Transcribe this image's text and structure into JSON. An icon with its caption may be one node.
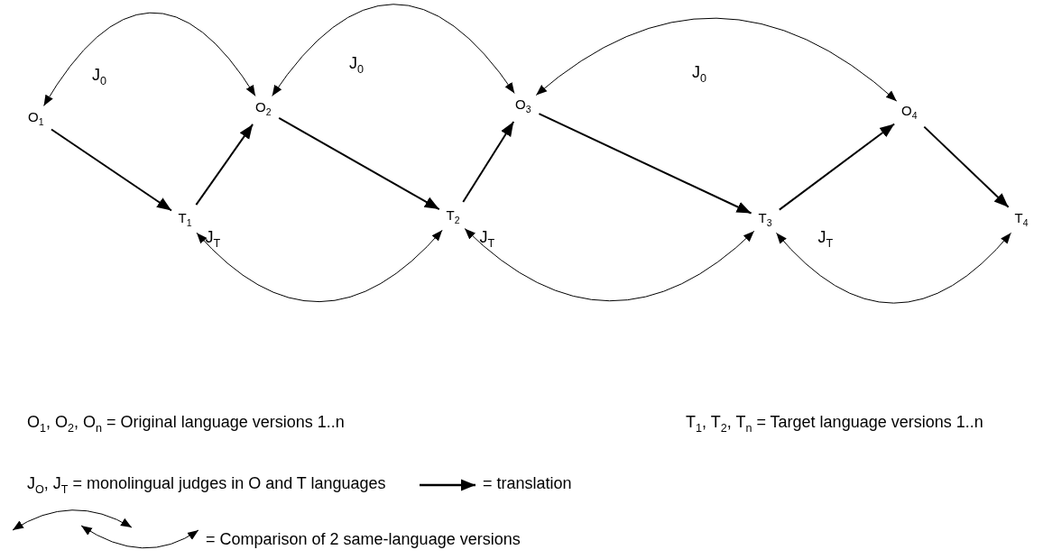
{
  "diagram": {
    "nodes": [
      {
        "text": [
          "O$_{1}$"
        ]
      },
      {
        "text": [
          "O$_{2}$"
        ]
      },
      {
        "text": [
          "O$_{3}$"
        ]
      },
      {
        "text": [
          "O$_{4}$"
        ]
      },
      {
        "text": [
          "T$_{1}$"
        ]
      },
      {
        "text": [
          "T$_{2}$"
        ]
      },
      {
        "text": [
          "T$_{3}$"
        ]
      },
      {
        "text": [
          "T$_{4}$"
        ]
      }
    ],
    "edges": [
      {
        "from": 0,
        "to": 4,
        "arrow": "to"
      },
      {
        "from": 4,
        "to": 1,
        "arrow": "to"
      },
      {
        "from": 1,
        "to": 5,
        "arrow": "to"
      },
      {
        "from": 5,
        "to": 2,
        "arrow": "to"
      },
      {
        "from": 2,
        "to": 6,
        "arrow": "to"
      },
      {
        "from": 6,
        "to": 3,
        "arrow": "to"
      },
      {
        "from": 3,
        "to": 7,
        "arrow": "to"
      },
      {
        "from": 0,
        "to": 1,
        "arrow": "both"
      },
      {
        "from": 1,
        "to": 2,
        "arrow": "both"
      },
      {
        "from": 2,
        "to": 3,
        "arrow": "both"
      },
      {
        "from": 4,
        "to": 5,
        "arrow": "both"
      },
      {
        "from": 5,
        "to": 6,
        "arrow": "both"
      },
      {
        "from": 6,
        "to": 7,
        "arrow": "both"
      }
    ],
    "labels": [
      "J$_{0}$",
      "J$_{0}$",
      "J$_{0}$",
      "J$_{T}$",
      "J$_{T}$",
      "J$_{T}$",
      "O$_{1}$, O$_{2}$, O$_{n}$ = Original language versions 1..n",
      "T$_{1}$, T$_{2}$, T$_{n}$ = Target language versions 1..n",
      "J$_{O}$, J$_{T}$ = monolingual judges in O and T languages"
    ],
    "legend": [
      {
        "text": "= translation"
      },
      {
        "text": "= Comparison of 2 same-language versions"
      }
    ]
  }
}
